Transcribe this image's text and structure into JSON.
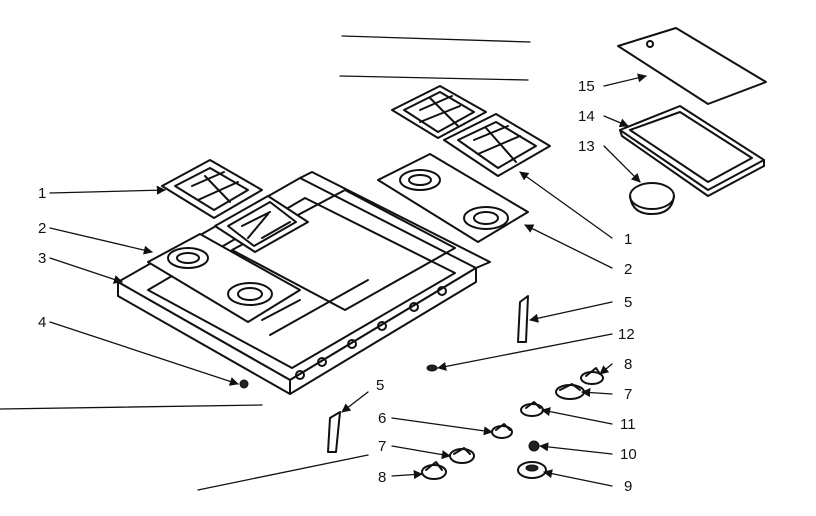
{
  "diagram": {
    "callouts": [
      "1",
      "2",
      "3",
      "4",
      "5",
      "6",
      "7",
      "8",
      "1",
      "2",
      "5",
      "12",
      "8",
      "7",
      "11",
      "10",
      "9",
      "15",
      "14",
      "13"
    ]
  }
}
